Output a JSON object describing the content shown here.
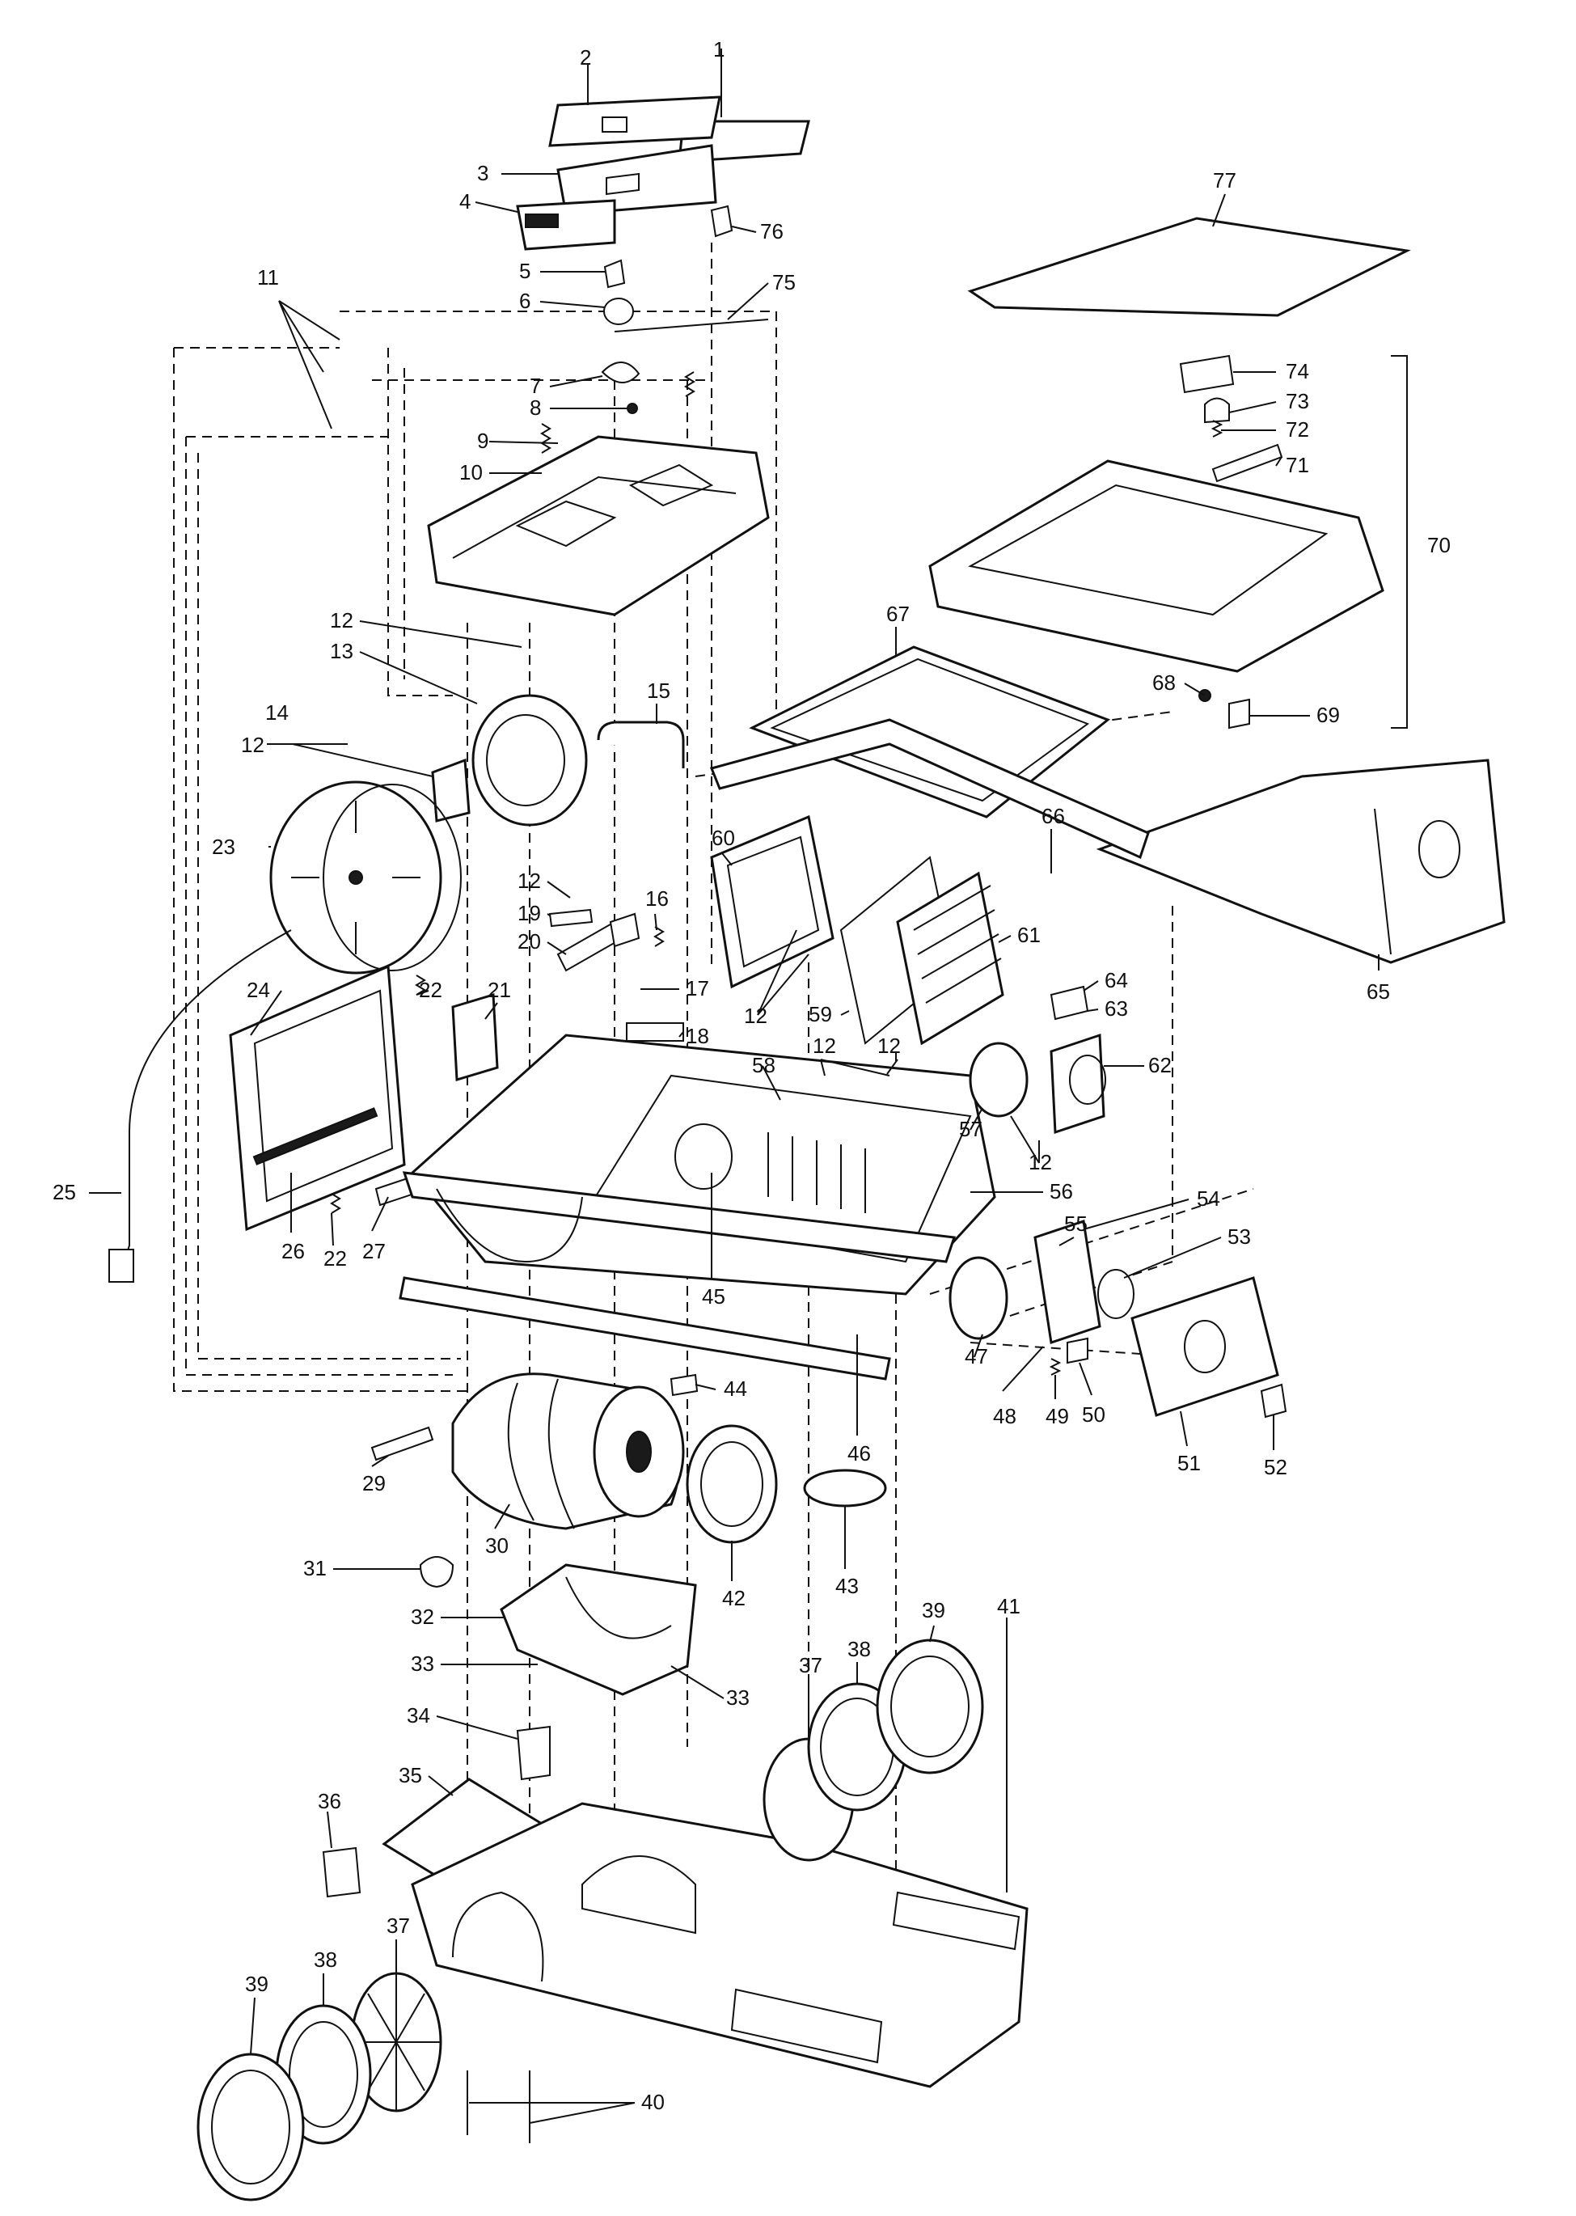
{
  "callouts": [
    {
      "text": "1"
    },
    {
      "text": "2"
    },
    {
      "text": "3"
    },
    {
      "text": "4"
    },
    {
      "text": "5"
    },
    {
      "text": "6"
    },
    {
      "text": "7"
    },
    {
      "text": "8"
    },
    {
      "text": "9"
    },
    {
      "text": "10"
    },
    {
      "text": "11"
    },
    {
      "text": "12"
    },
    {
      "text": "13"
    },
    {
      "text": "12"
    },
    {
      "text": "14"
    },
    {
      "text": "15"
    },
    {
      "text": "23"
    },
    {
      "text": "12"
    },
    {
      "text": "19"
    },
    {
      "text": "20"
    },
    {
      "text": "16"
    },
    {
      "text": "17"
    },
    {
      "text": "18"
    },
    {
      "text": "60"
    },
    {
      "text": "12"
    },
    {
      "text": "59"
    },
    {
      "text": "61"
    },
    {
      "text": "66"
    },
    {
      "text": "67"
    },
    {
      "text": "68"
    },
    {
      "text": "69"
    },
    {
      "text": "70"
    },
    {
      "text": "71"
    },
    {
      "text": "72"
    },
    {
      "text": "73"
    },
    {
      "text": "74"
    },
    {
      "text": "75"
    },
    {
      "text": "76"
    },
    {
      "text": "77"
    },
    {
      "text": "65"
    },
    {
      "text": "64"
    },
    {
      "text": "63"
    },
    {
      "text": "62"
    },
    {
      "text": "57"
    },
    {
      "text": "12"
    },
    {
      "text": "12"
    },
    {
      "text": "12"
    },
    {
      "text": "58"
    },
    {
      "text": "24"
    },
    {
      "text": "22"
    },
    {
      "text": "21"
    },
    {
      "text": "25"
    },
    {
      "text": "26"
    },
    {
      "text": "22"
    },
    {
      "text": "27"
    },
    {
      "text": "45"
    },
    {
      "text": "56"
    },
    {
      "text": "54"
    },
    {
      "text": "55"
    },
    {
      "text": "53"
    },
    {
      "text": "47"
    },
    {
      "text": "48"
    },
    {
      "text": "49"
    },
    {
      "text": "50"
    },
    {
      "text": "51"
    },
    {
      "text": "52"
    },
    {
      "text": "44"
    },
    {
      "text": "46"
    },
    {
      "text": "29"
    },
    {
      "text": "30"
    },
    {
      "text": "42"
    },
    {
      "text": "43"
    },
    {
      "text": "31"
    },
    {
      "text": "32"
    },
    {
      "text": "33"
    },
    {
      "text": "33"
    },
    {
      "text": "34"
    },
    {
      "text": "35"
    },
    {
      "text": "36"
    },
    {
      "text": "37"
    },
    {
      "text": "38"
    },
    {
      "text": "39"
    },
    {
      "text": "41"
    },
    {
      "text": "37"
    },
    {
      "text": "38"
    },
    {
      "text": "39"
    },
    {
      "text": "40"
    }
  ]
}
